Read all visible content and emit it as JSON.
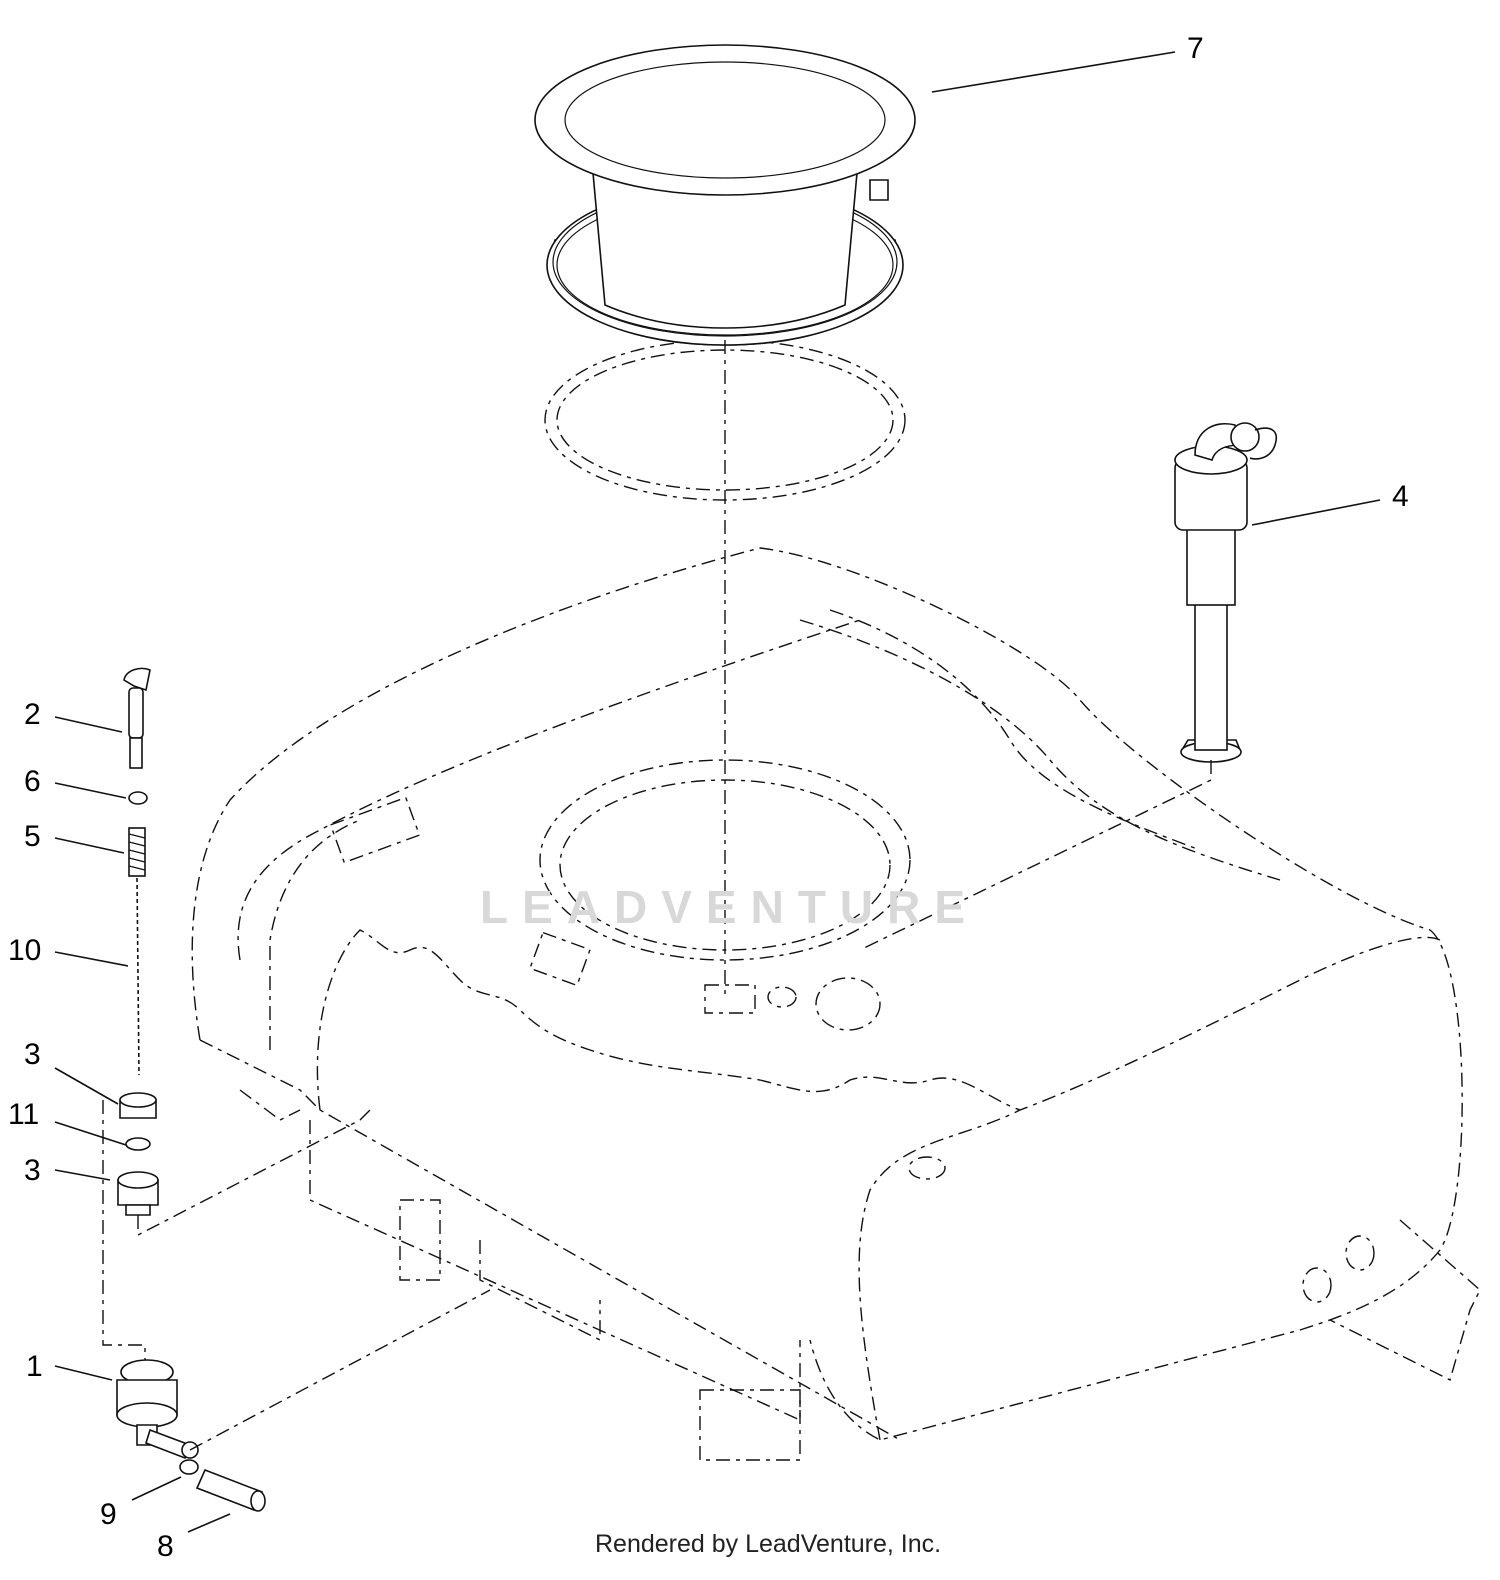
{
  "callouts": {
    "c1": "1",
    "c2": "2",
    "c3a": "3",
    "c3b": "3",
    "c4": "4",
    "c5": "5",
    "c6": "6",
    "c7": "7",
    "c8": "8",
    "c9": "9",
    "c10": "10",
    "c11": "11"
  },
  "watermark": "LEADVENTURE",
  "footer": "Rendered by LeadVenture, Inc."
}
